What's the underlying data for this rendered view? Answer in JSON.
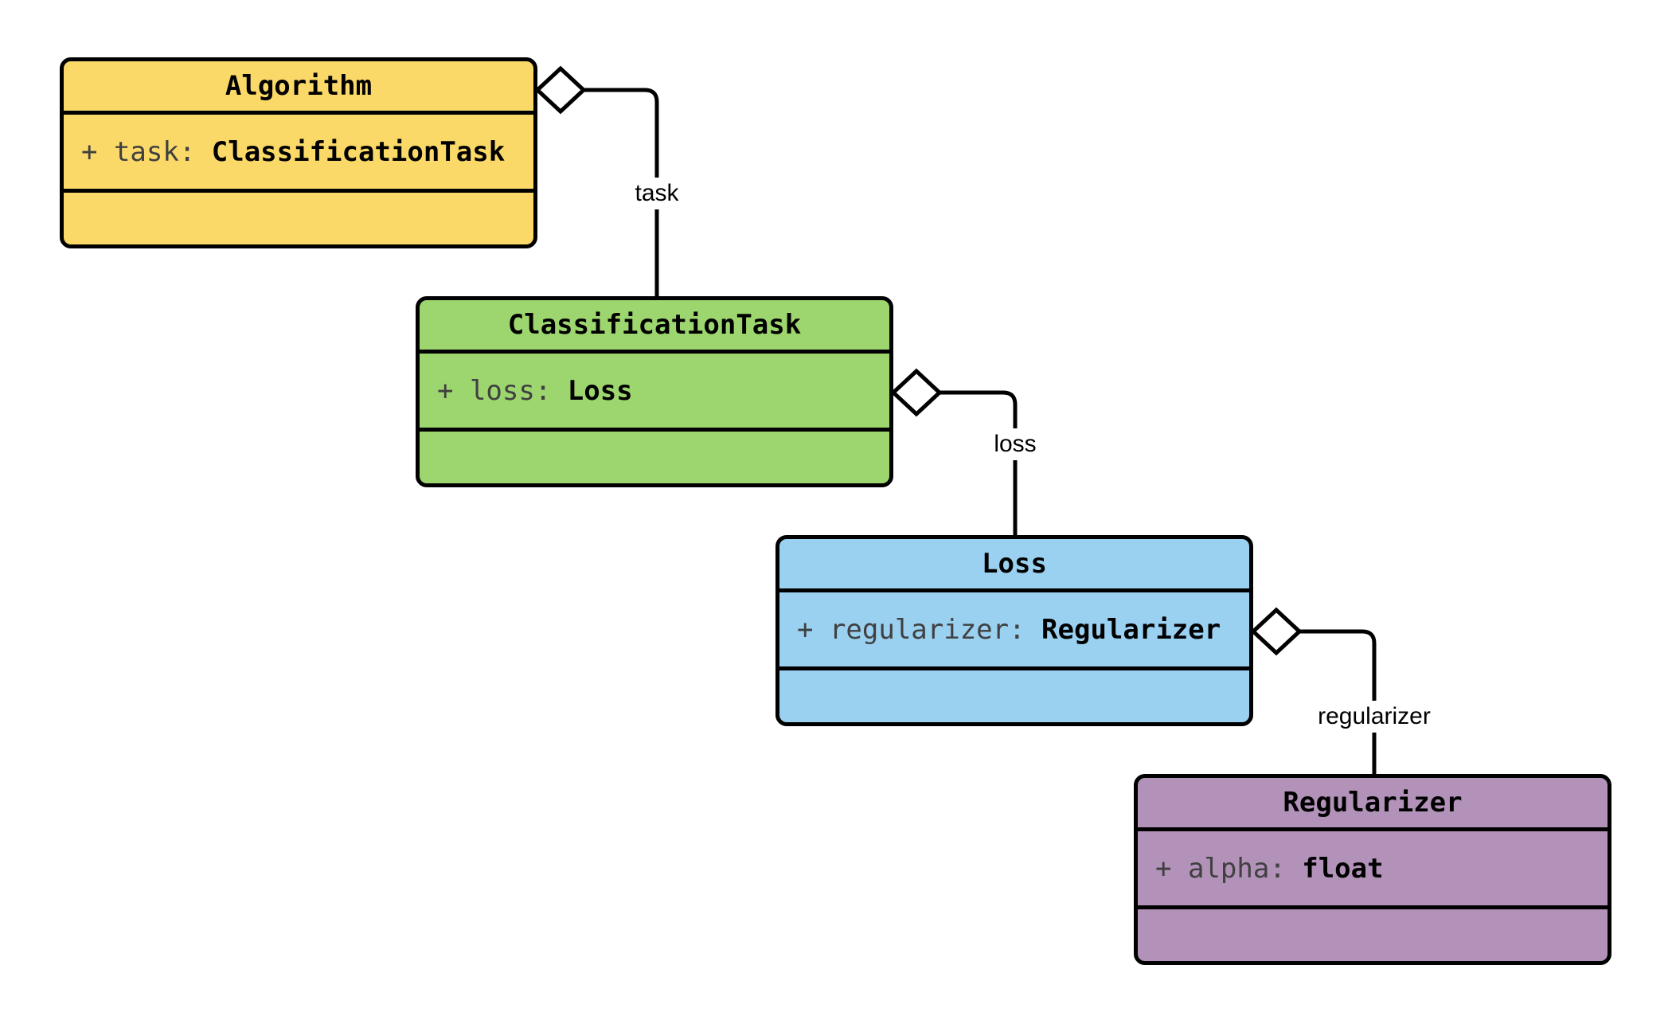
{
  "diagram_type": "uml-class-diagram",
  "colors": {
    "background": "#FFFFFF",
    "stroke": "#000000",
    "attribute_name_text": "#404040",
    "title_text": "#000000"
  },
  "classes": [
    {
      "name": "Algorithm",
      "fill": "#FBD968",
      "attribute_name": "+ task: ",
      "attribute_type": "ClassificationTask"
    },
    {
      "name": "ClassificationTask",
      "fill": "#9DD66F",
      "attribute_name": "+ loss: ",
      "attribute_type": "Loss"
    },
    {
      "name": "Loss",
      "fill": "#9AD0F0",
      "attribute_name": "+ regularizer: ",
      "attribute_type": "Regularizer"
    },
    {
      "name": "Regularizer",
      "fill": "#B292B8",
      "attribute_name": "+ alpha: ",
      "attribute_type": "float"
    }
  ],
  "edges": [
    {
      "label": "task",
      "kind": "aggregation",
      "from": "Algorithm",
      "to": "ClassificationTask"
    },
    {
      "label": "loss",
      "kind": "aggregation",
      "from": "ClassificationTask",
      "to": "Loss"
    },
    {
      "label": "regularizer",
      "kind": "aggregation",
      "from": "Loss",
      "to": "Regularizer"
    }
  ]
}
